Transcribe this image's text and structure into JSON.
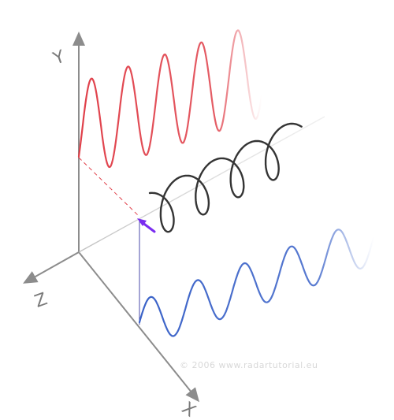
{
  "axes": {
    "y_label": "Y",
    "z_label": "Z",
    "x_label": "X"
  },
  "copyright": "© 2006  www.radartutorial.eu",
  "colors": {
    "axis": "#8c8c8c",
    "vertical_wave": "#e0404a",
    "horizontal_wave": "#3a62c8",
    "helix": "#1e1e1e",
    "rotating_vector": "#7a2cf0",
    "projection_line_vertical": "#e0404a",
    "projection_line_horizontal": "#4a4aaa"
  },
  "waves": {
    "vertical_cycles_visible": 5,
    "horizontal_cycles_visible": 5,
    "helix_turns_visible": 4
  }
}
